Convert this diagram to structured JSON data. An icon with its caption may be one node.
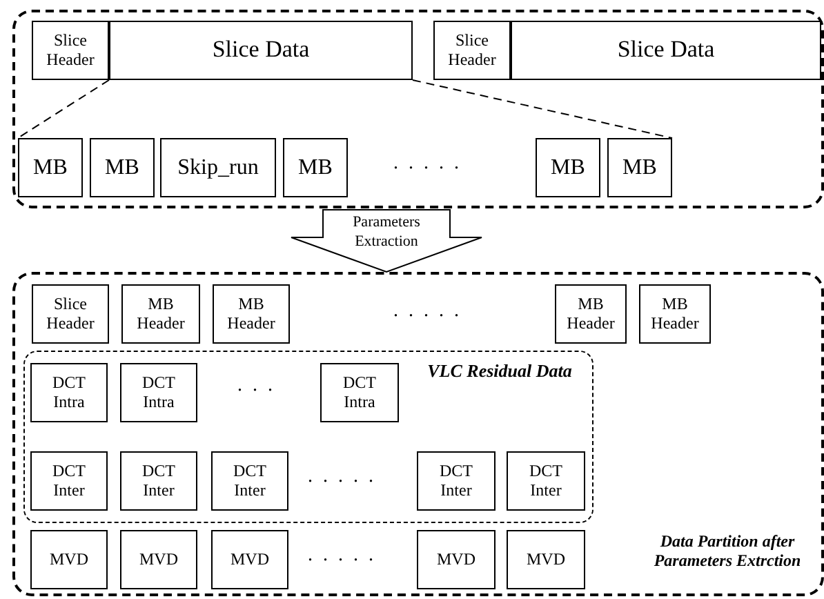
{
  "diagram": {
    "nodes": [
      {
        "text": [],
        "shape": "box"
      },
      {
        "text": [
          "Slice Header"
        ],
        "in": 0
      },
      {
        "text": [
          "Slice Data"
        ],
        "in": 0
      },
      {
        "text": [
          "Slice Header"
        ],
        "in": 0
      },
      {
        "text": [
          "Slice Data"
        ],
        "in": 0
      },
      {
        "text": [
          "MB"
        ],
        "in": 0
      },
      {
        "text": [
          "MB"
        ],
        "in": 0
      },
      {
        "text": [
          "Skip_run"
        ],
        "in": 0
      },
      {
        "text": [
          "MB"
        ],
        "in": 0
      },
      {
        "text": [
          "MB"
        ],
        "in": 0
      },
      {
        "text": [
          "MB"
        ],
        "in": 0
      },
      {
        "text": [
          "Data Partition after Parameters Extrction"
        ]
      },
      {
        "text": [
          "Slice Header"
        ],
        "in": 11
      },
      {
        "text": [
          "MB Header"
        ],
        "in": 11
      },
      {
        "text": [
          "MB Header"
        ],
        "in": 11
      },
      {
        "text": [
          "MB Header"
        ],
        "in": 11
      },
      {
        "text": [
          "MB Header"
        ],
        "in": 11
      },
      {
        "text": [
          "VLC Residual Data"
        ],
        "in": 11
      },
      {
        "text": [
          "DCT Intra"
        ],
        "in": 17
      },
      {
        "text": [
          "DCT Intra"
        ],
        "in": 17
      },
      {
        "text": [
          "DCT Intra"
        ],
        "in": 17
      },
      {
        "text": [
          "DCT Inter"
        ],
        "in": 17
      },
      {
        "text": [
          "DCT Inter"
        ],
        "in": 17
      },
      {
        "text": [
          "DCT Inter"
        ],
        "in": 17
      },
      {
        "text": [
          "DCT Inter"
        ],
        "in": 17
      },
      {
        "text": [
          "DCT Inter"
        ],
        "in": 17
      },
      {
        "text": [
          "MVD"
        ],
        "in": 11
      },
      {
        "text": [
          "MVD"
        ],
        "in": 11
      },
      {
        "text": [
          "MVD"
        ],
        "in": 11
      },
      {
        "text": [
          "MVD"
        ],
        "in": 11
      },
      {
        "text": [
          "MVD"
        ],
        "in": 11
      }
    ],
    "edges": [
      {
        "from": 0,
        "to": 11,
        "arrow": "to",
        "label": "Parameters Extraction"
      },
      {
        "from": 2,
        "to": 5,
        "arrow": "none",
        "style": "dashed"
      },
      {
        "from": 2,
        "to": 10,
        "arrow": "none",
        "style": "dashed"
      }
    ],
    "labels": [
      ". . . . .",
      ". . . . .",
      ". . .",
      ". . . . .",
      ". . . . ."
    ]
  }
}
